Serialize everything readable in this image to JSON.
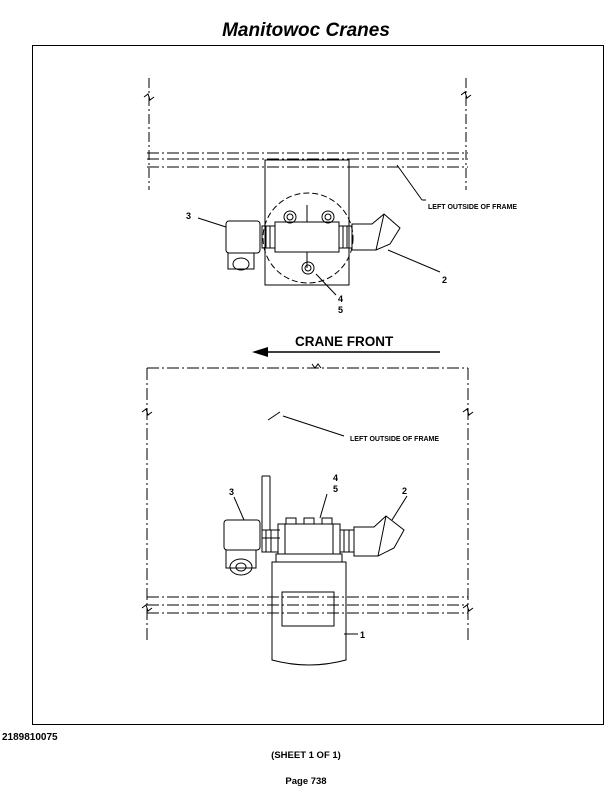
{
  "header": {
    "title": "Manitowoc Cranes"
  },
  "drawing": {
    "top_view": {
      "frame_label": "LEFT OUTSIDE OF FRAME",
      "callouts": {
        "c1": "3",
        "c2": "2",
        "c3": "4",
        "c4": "5"
      }
    },
    "direction_label": "CRANE FRONT",
    "side_view": {
      "frame_label": "LEFT OUTSIDE OF FRAME",
      "callouts": {
        "c1": "4",
        "c2": "5",
        "c3": "3",
        "c4": "2",
        "c5": "1"
      }
    }
  },
  "footer": {
    "doc_number": "2189810075",
    "sheet": "(SHEET 1 OF 1)",
    "page": "Page 738"
  }
}
